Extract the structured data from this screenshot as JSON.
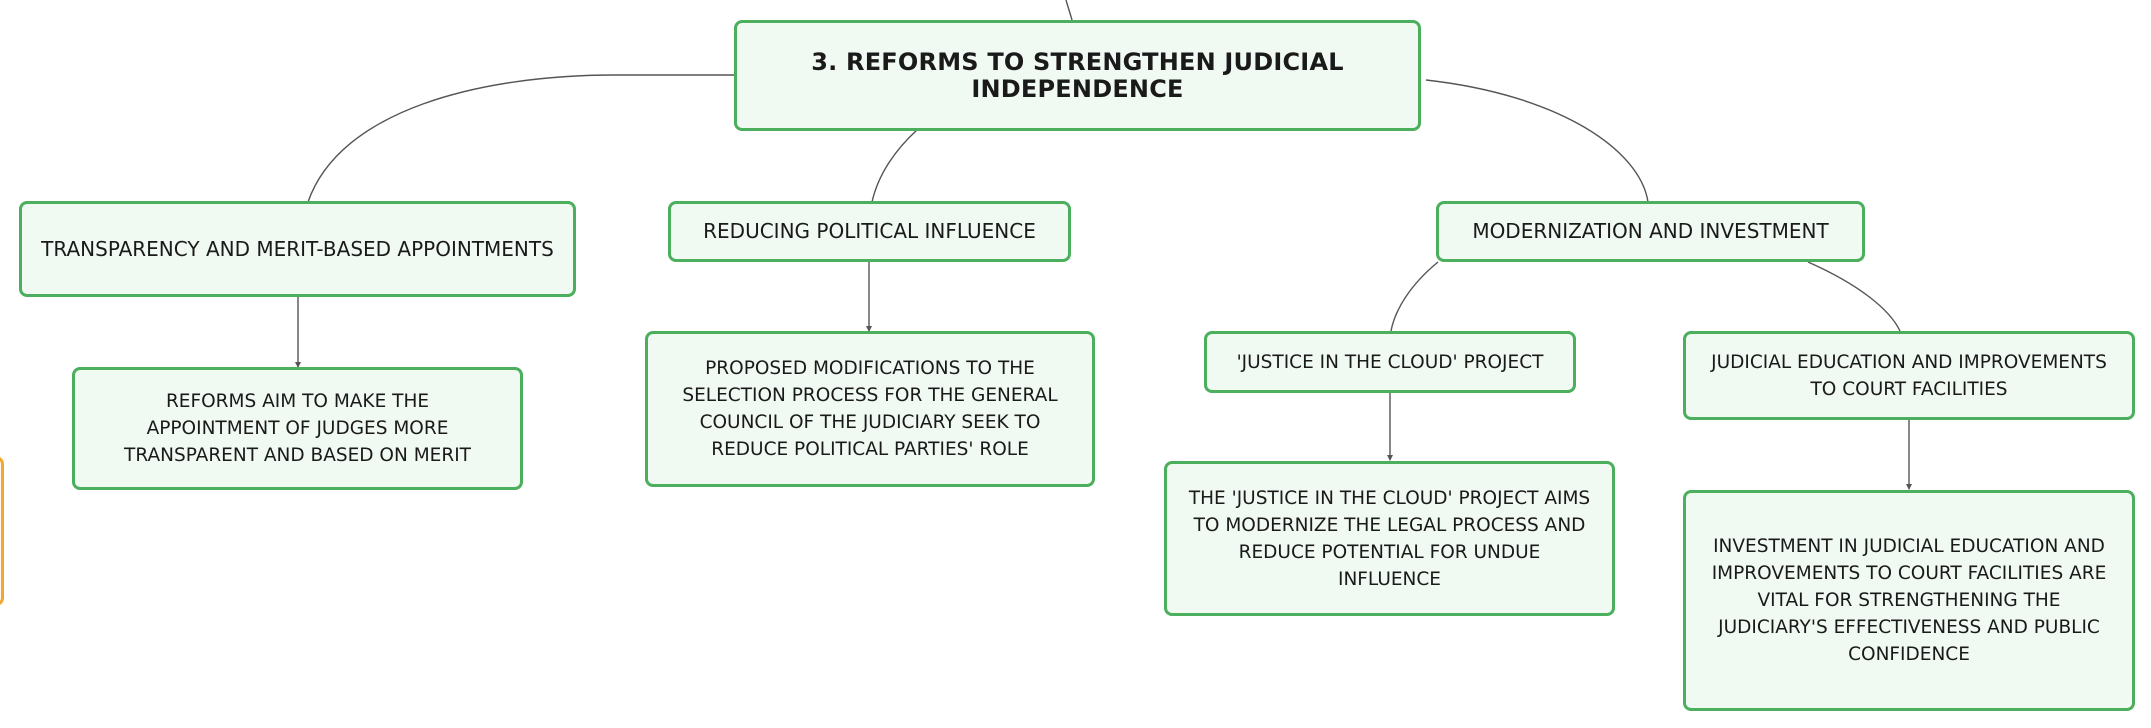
{
  "diagram": {
    "root": {
      "label": "3. REFORMS TO STRENGTHEN JUDICIAL INDEPENDENCE"
    },
    "branches": [
      {
        "label": "TRANSPARENCY AND MERIT-BASED APPOINTMENTS",
        "children": [
          {
            "label": "REFORMS AIM TO MAKE THE APPOINTMENT OF JUDGES MORE TRANSPARENT AND BASED ON MERIT"
          }
        ]
      },
      {
        "label": "REDUCING POLITICAL INFLUENCE",
        "children": [
          {
            "label": "PROPOSED MODIFICATIONS TO THE SELECTION PROCESS FOR THE GENERAL COUNCIL OF THE JUDICIARY SEEK TO REDUCE POLITICAL PARTIES' ROLE"
          }
        ]
      },
      {
        "label": "MODERNIZATION AND INVESTMENT",
        "children": [
          {
            "label": "'JUSTICE IN THE CLOUD' PROJECT",
            "children": [
              {
                "label": "THE 'JUSTICE IN THE CLOUD' PROJECT AIMS TO MODERNIZE THE LEGAL PROCESS AND REDUCE POTENTIAL FOR UNDUE INFLUENCE"
              }
            ]
          },
          {
            "label": "JUDICIAL EDUCATION AND IMPROVEMENTS TO COURT FACILITIES",
            "children": [
              {
                "label": "INVESTMENT IN JUDICIAL EDUCATION AND IMPROVEMENTS TO COURT FACILITIES ARE VITAL FOR STRENGTHENING THE JUDICIARY'S EFFECTIVENESS AND PUBLIC CONFIDENCE"
              }
            ]
          }
        ]
      }
    ]
  },
  "colors": {
    "node_border": "#4caf5e",
    "node_fill": "#f1f9f3",
    "connector": "#555555",
    "partial_node_border": "#f0a830"
  }
}
